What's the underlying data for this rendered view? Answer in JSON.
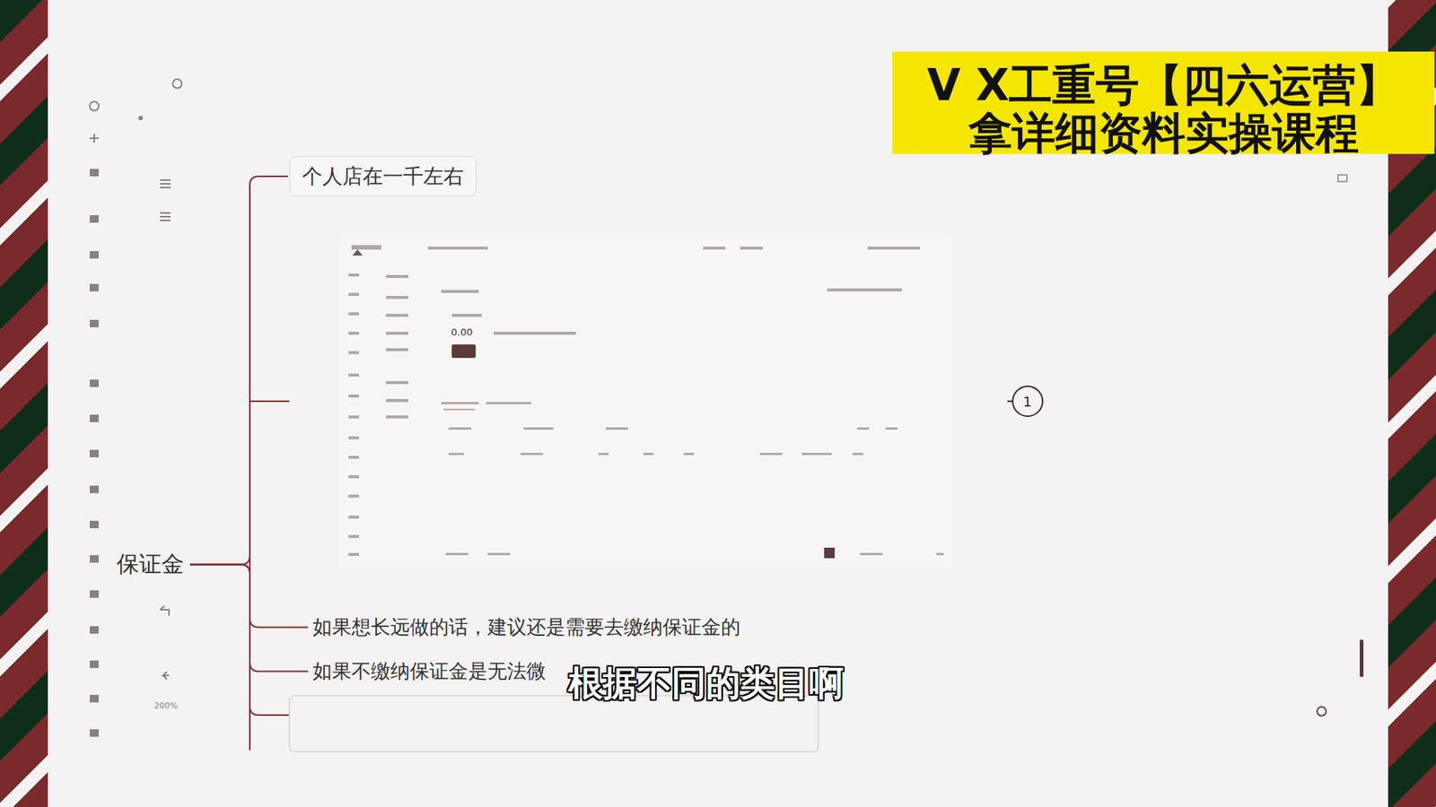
{
  "diagram": {
    "nodes": [
      {
        "text": [
          "保证金"
        ]
      },
      {
        "text": [
          "个人店在一千左右"
        ]
      },
      {
        "text": [
          "如果想长远做的话，建议还是需要去缴纳保证金的"
        ]
      },
      {
        "text": [
          "如果不缴纳保证金是无法微"
        ]
      }
    ],
    "edges": [
      {
        "from": 0,
        "to": 1,
        "arrow": "none"
      },
      {
        "from": 0,
        "to": 2,
        "arrow": "none"
      },
      {
        "from": 0,
        "to": 3,
        "arrow": "none"
      }
    ],
    "labels": [
      "V X工重号【四六运营】",
      "拿详细资料实操课程",
      "根据不同的类目啊",
      "1",
      "0.00",
      "200%"
    ]
  }
}
